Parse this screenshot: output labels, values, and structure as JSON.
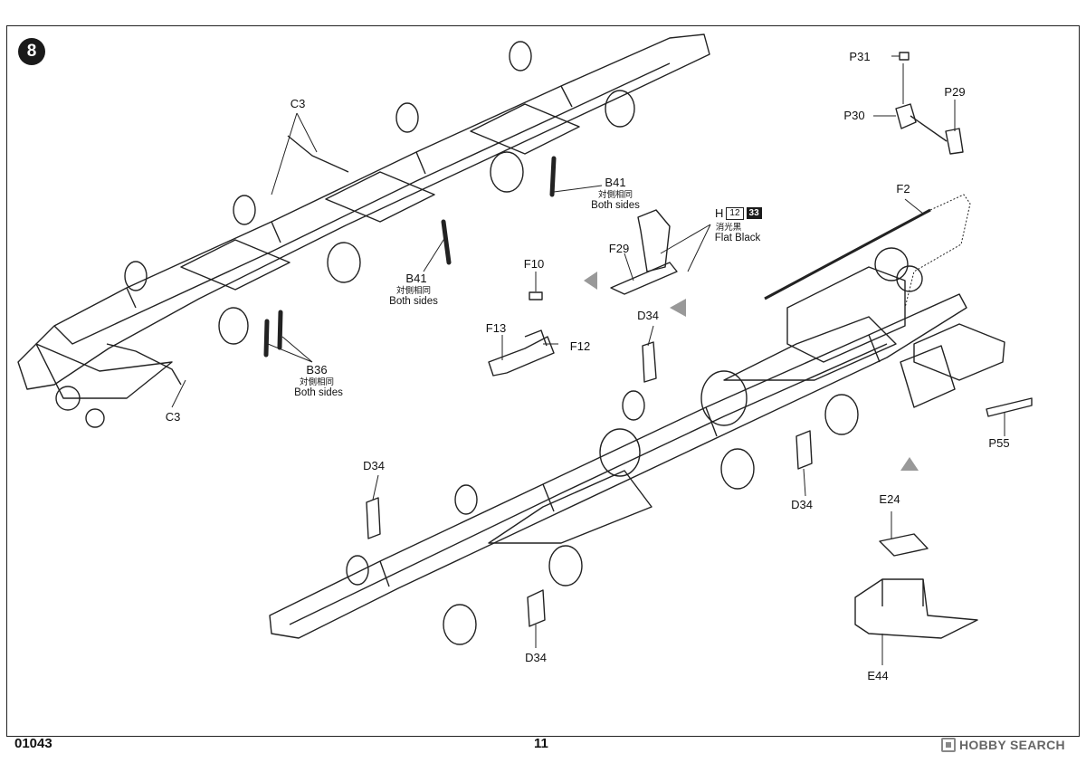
{
  "step": {
    "number": "8"
  },
  "parts": {
    "c3_top": "C3",
    "c3_bottom": "C3",
    "b36": "B36",
    "b41_left": "B41",
    "b41_right": "B41",
    "f10": "F10",
    "f12": "F12",
    "f13": "F13",
    "f29": "F29",
    "f2": "F2",
    "p29": "P29",
    "p30": "P30",
    "p31": "P31",
    "p55": "P55",
    "d34_a": "D34",
    "d34_b": "D34",
    "d34_c": "D34",
    "d34_d": "D34",
    "e24": "E24",
    "e44": "E44"
  },
  "notes": {
    "both_sides_cn": "対側相同",
    "both_sides_en": "Both sides",
    "flat_black_cn": "消光黑",
    "flat_black_en": "Flat Black"
  },
  "paint": {
    "letter": "H",
    "code1": "12",
    "code2": "33"
  },
  "footer": {
    "product_code": "01043",
    "page_number": "11",
    "watermark": "HOBBY SEARCH"
  }
}
